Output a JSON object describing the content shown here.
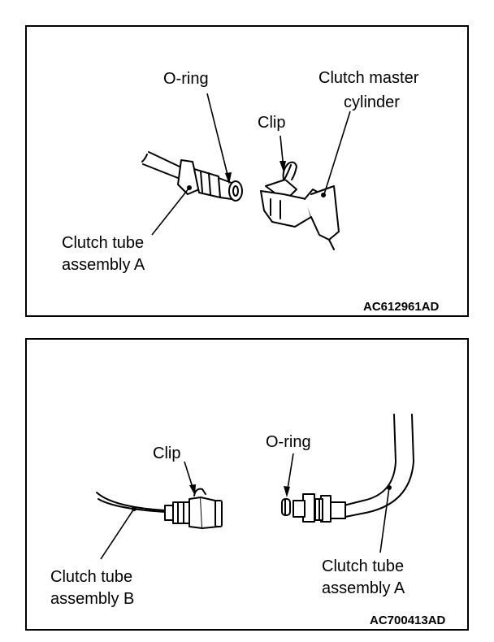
{
  "figure_top": {
    "code": "AC612961AD",
    "labels": {
      "o_ring": "O-ring",
      "clip": "Clip",
      "master_cylinder_line1": "Clutch master",
      "master_cylinder_line2": "cylinder",
      "tube_a_line1": "Clutch tube",
      "tube_a_line2": "assembly A"
    }
  },
  "figure_bottom": {
    "code": "AC700413AD",
    "labels": {
      "clip": "Clip",
      "o_ring": "O-ring",
      "tube_b_line1": "Clutch tube",
      "tube_b_line2": "assembly B",
      "tube_a_line1": "Clutch tube",
      "tube_a_line2": "assembly A"
    }
  }
}
